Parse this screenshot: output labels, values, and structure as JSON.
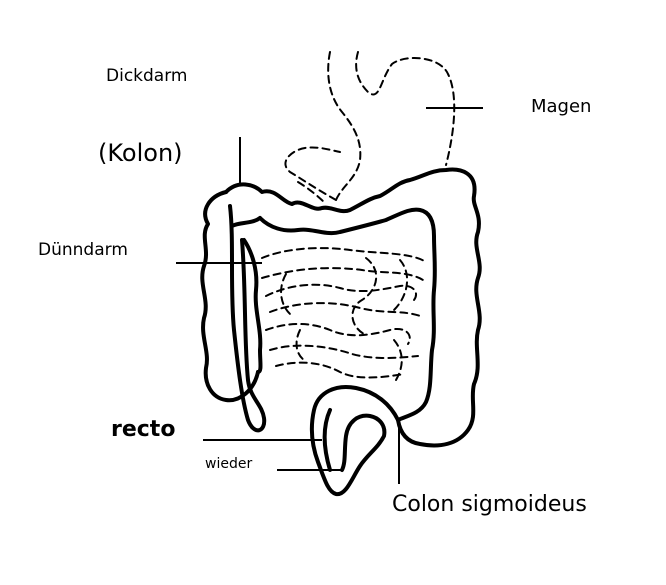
{
  "labels": {
    "dickdarm": "Dickdarm",
    "kolon": "(Kolon)",
    "magen": "Magen",
    "duenndarm": "Dünndarm",
    "recto": "recto",
    "wieder": "wieder",
    "colon_sigmoideus": "Colon sigmoideus"
  },
  "colors": {
    "stroke": "#000000",
    "background": "#ffffff"
  }
}
